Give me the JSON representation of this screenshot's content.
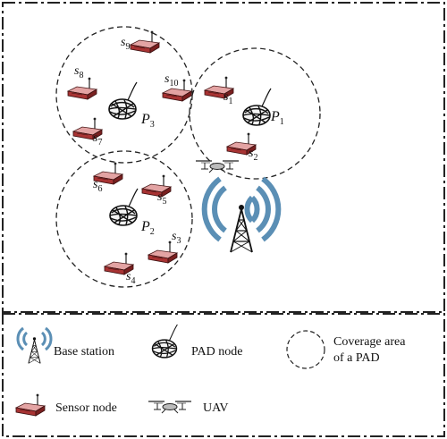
{
  "pad_nodes": [
    {
      "label": "P",
      "sub": "3"
    },
    {
      "label": "P",
      "sub": "1"
    },
    {
      "label": "P",
      "sub": "2"
    }
  ],
  "sensor_nodes": [
    {
      "label": "s",
      "sub": "9"
    },
    {
      "label": "s",
      "sub": "8"
    },
    {
      "label": "s",
      "sub": "10"
    },
    {
      "label": "s",
      "sub": "7"
    },
    {
      "label": "s",
      "sub": "1"
    },
    {
      "label": "s",
      "sub": "2"
    },
    {
      "label": "s",
      "sub": "6"
    },
    {
      "label": "s",
      "sub": "5"
    },
    {
      "label": "s",
      "sub": "3"
    },
    {
      "label": "s",
      "sub": "4"
    }
  ],
  "legend": {
    "base_station": "Base station",
    "pad_node": "PAD node",
    "coverage_line1": "Coverage area",
    "coverage_line2": "of a PAD",
    "sensor_node": "Sensor node",
    "uav": "UAV"
  },
  "colors": {
    "sensor_body": "#b23a3a",
    "sensor_top": "#e6a0a0",
    "tower_wave": "#5b8fb5",
    "line": "#222222"
  }
}
